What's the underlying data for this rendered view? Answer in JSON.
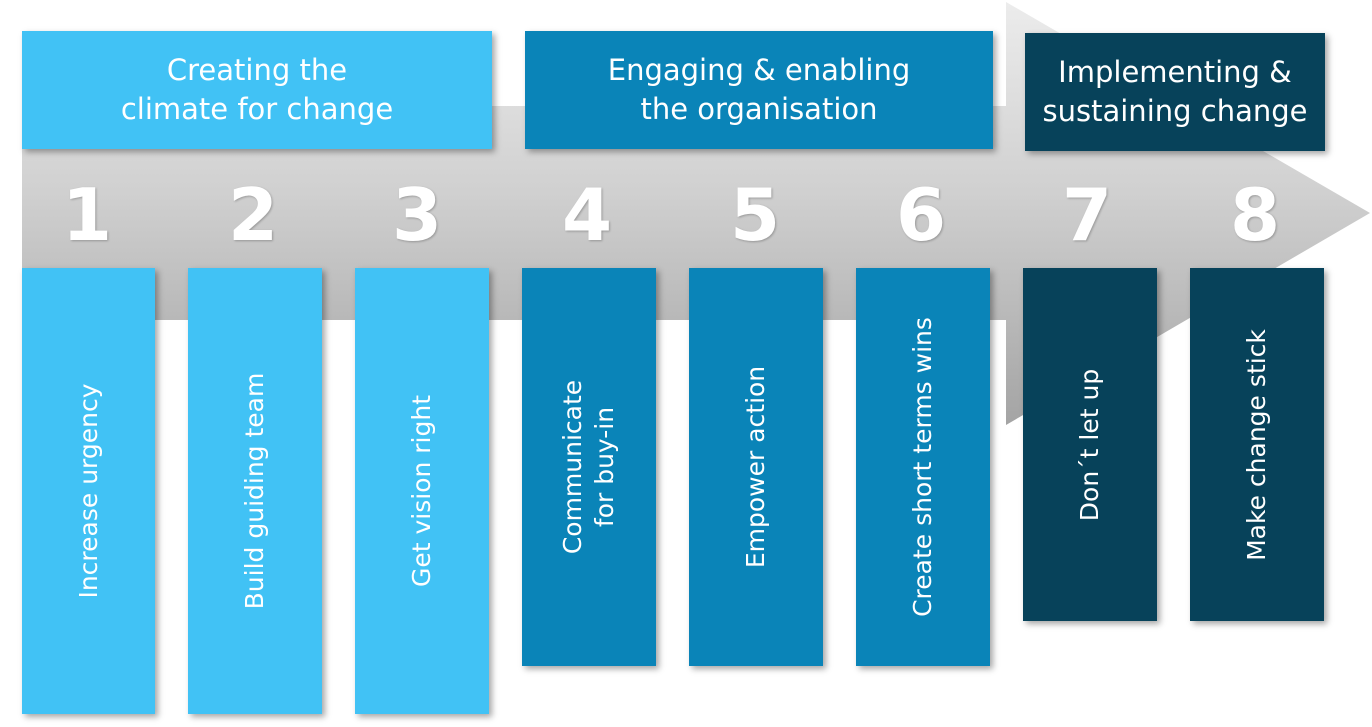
{
  "colors": {
    "light": "#41c2f5",
    "medium": "#0a84b8",
    "dark": "#07425a",
    "arrow_light": "#e9e9e9",
    "arrow_dark": "#a9a9a9"
  },
  "phases": [
    {
      "label": "Creating the\nclimate for change",
      "color": "#41c2f5"
    },
    {
      "label": "Engaging & enabling\nthe organisation",
      "color": "#0a84b8"
    },
    {
      "label": "Implementing &\nsustaining change",
      "color": "#07425a"
    }
  ],
  "steps": [
    {
      "number": "1",
      "label": "Increase urgency",
      "color": "#41c2f5"
    },
    {
      "number": "2",
      "label": "Build guiding team",
      "color": "#41c2f5"
    },
    {
      "number": "3",
      "label": "Get vision right",
      "color": "#41c2f5"
    },
    {
      "number": "4",
      "label": "Communicate\nfor buy-in",
      "color": "#0a84b8"
    },
    {
      "number": "5",
      "label": "Empower action",
      "color": "#0a84b8"
    },
    {
      "number": "6",
      "label": "Create short terms wins",
      "color": "#0a84b8"
    },
    {
      "number": "7",
      "label": "Don´t let up",
      "color": "#07425a"
    },
    {
      "number": "8",
      "label": "Make change stick",
      "color": "#07425a"
    }
  ]
}
